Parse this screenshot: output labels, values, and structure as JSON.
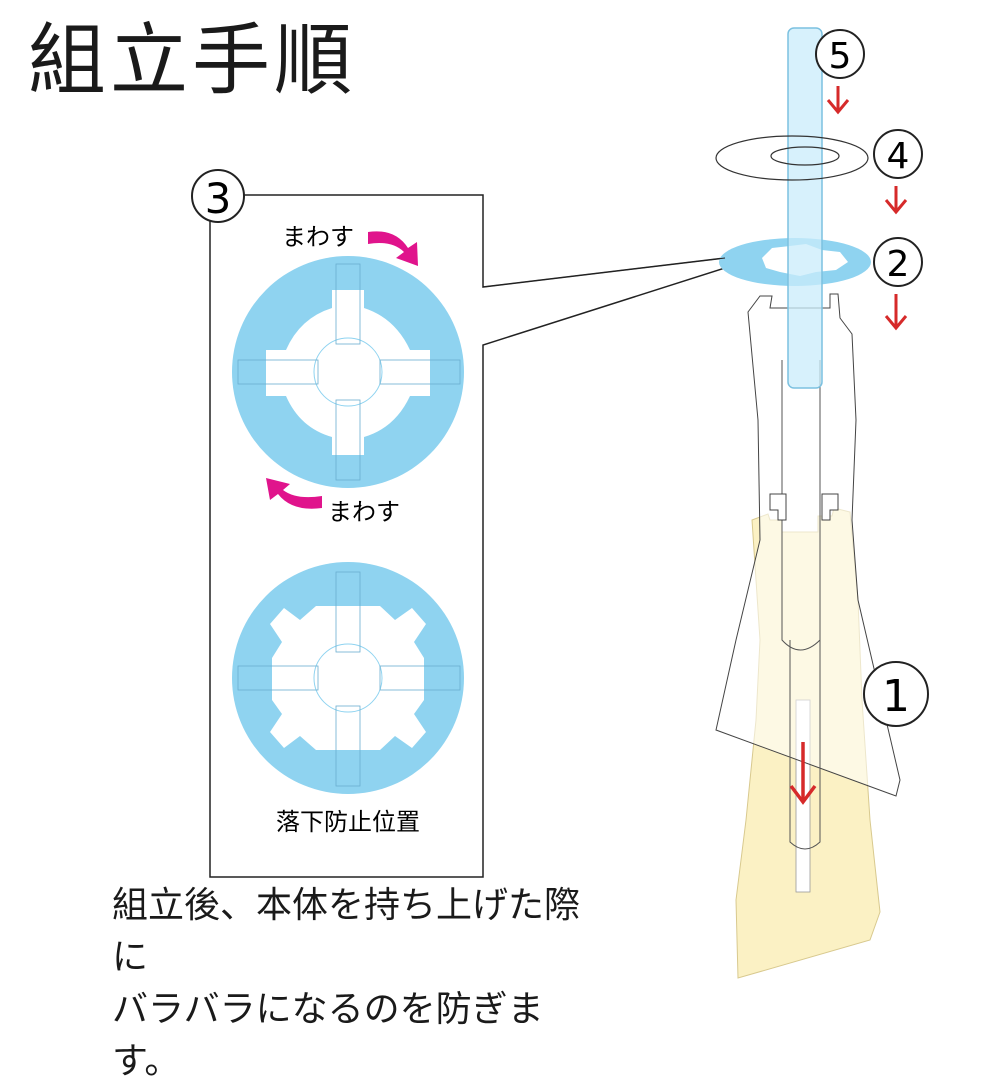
{
  "title": "組立手順",
  "steps": [
    "①",
    "②",
    "③",
    "④",
    "⑤"
  ],
  "detail": {
    "rotate_label_top": "まわす",
    "rotate_label_bottom": "まわす",
    "fall_prevention_label": "落下防止位置"
  },
  "caption": {
    "line1": "組立後、本体を持ち上げた際に",
    "line2": "バラバラになるのを防ぎます。"
  },
  "colors": {
    "ring_blue": "#8fd3f0",
    "base_yellow": "#fbf1c4",
    "arrow_red": "#d62a2a",
    "arrow_magenta": "#e0148c",
    "tube_blue": "#c9ecfb"
  }
}
